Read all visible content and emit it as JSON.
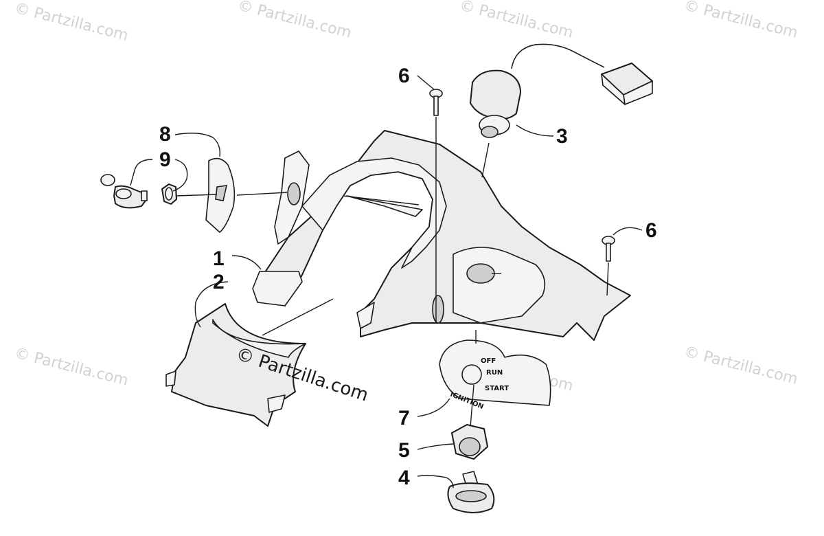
{
  "watermark": {
    "corner_text": "© Partzilla.com",
    "center_text": "© Partzilla.com"
  },
  "callouts": [
    {
      "id": "1",
      "label": "1"
    },
    {
      "id": "2",
      "label": "2"
    },
    {
      "id": "3",
      "label": "3"
    },
    {
      "id": "4",
      "label": "4"
    },
    {
      "id": "5",
      "label": "5"
    },
    {
      "id": "6a",
      "label": "6"
    },
    {
      "id": "6b",
      "label": "6"
    },
    {
      "id": "7",
      "label": "7"
    },
    {
      "id": "8",
      "label": "8"
    },
    {
      "id": "9",
      "label": "9"
    }
  ],
  "ignition_plate": {
    "off": "OFF",
    "run": "RUN",
    "start": "START",
    "ignition": "IGNITION"
  },
  "colors": {
    "line": "#1a1a1a",
    "fill": "#ececec",
    "watermark": "#d2d2d2"
  }
}
